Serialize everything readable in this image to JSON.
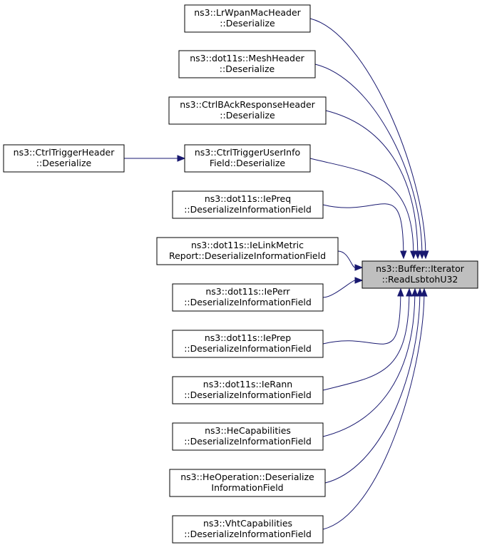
{
  "nodes": [
    {
      "id": "n0",
      "lines": [
        "ns3::Buffer::Iterator",
        "::ReadLsbtohU32"
      ],
      "highlight": true
    },
    {
      "id": "n1",
      "lines": [
        "ns3::LrWpanMacHeader",
        "::Deserialize"
      ]
    },
    {
      "id": "n2",
      "lines": [
        "ns3::dot11s::MeshHeader",
        "::Deserialize"
      ]
    },
    {
      "id": "n3",
      "lines": [
        "ns3::CtrlBAckResponseHeader",
        "::Deserialize"
      ]
    },
    {
      "id": "n4",
      "lines": [
        "ns3::CtrlTriggerUserInfo",
        "Field::Deserialize"
      ]
    },
    {
      "id": "n5",
      "lines": [
        "ns3::CtrlTriggerHeader",
        "::Deserialize"
      ]
    },
    {
      "id": "n6",
      "lines": [
        "ns3::dot11s::IePreq",
        "::DeserializeInformationField"
      ]
    },
    {
      "id": "n7",
      "lines": [
        "ns3::dot11s::IeLinkMetric",
        "Report::DeserializeInformationField"
      ]
    },
    {
      "id": "n8",
      "lines": [
        "ns3::dot11s::IePerr",
        "::DeserializeInformationField"
      ]
    },
    {
      "id": "n9",
      "lines": [
        "ns3::dot11s::IePrep",
        "::DeserializeInformationField"
      ]
    },
    {
      "id": "n10",
      "lines": [
        "ns3::dot11s::IeRann",
        "::DeserializeInformationField"
      ]
    },
    {
      "id": "n11",
      "lines": [
        "ns3::HeCapabilities",
        "::DeserializeInformationField"
      ]
    },
    {
      "id": "n12",
      "lines": [
        "ns3::HeOperation::Deserialize",
        "InformationField"
      ]
    },
    {
      "id": "n13",
      "lines": [
        "ns3::VhtCapabilities",
        "::DeserializeInformationField"
      ]
    }
  ],
  "edges": [
    {
      "from": "n1",
      "to": "n0"
    },
    {
      "from": "n2",
      "to": "n0"
    },
    {
      "from": "n3",
      "to": "n0"
    },
    {
      "from": "n4",
      "to": "n0"
    },
    {
      "from": "n6",
      "to": "n0"
    },
    {
      "from": "n7",
      "to": "n0"
    },
    {
      "from": "n8",
      "to": "n0"
    },
    {
      "from": "n9",
      "to": "n0"
    },
    {
      "from": "n10",
      "to": "n0"
    },
    {
      "from": "n11",
      "to": "n0"
    },
    {
      "from": "n12",
      "to": "n0"
    },
    {
      "from": "n13",
      "to": "n0"
    },
    {
      "from": "n5",
      "to": "n4"
    }
  ]
}
